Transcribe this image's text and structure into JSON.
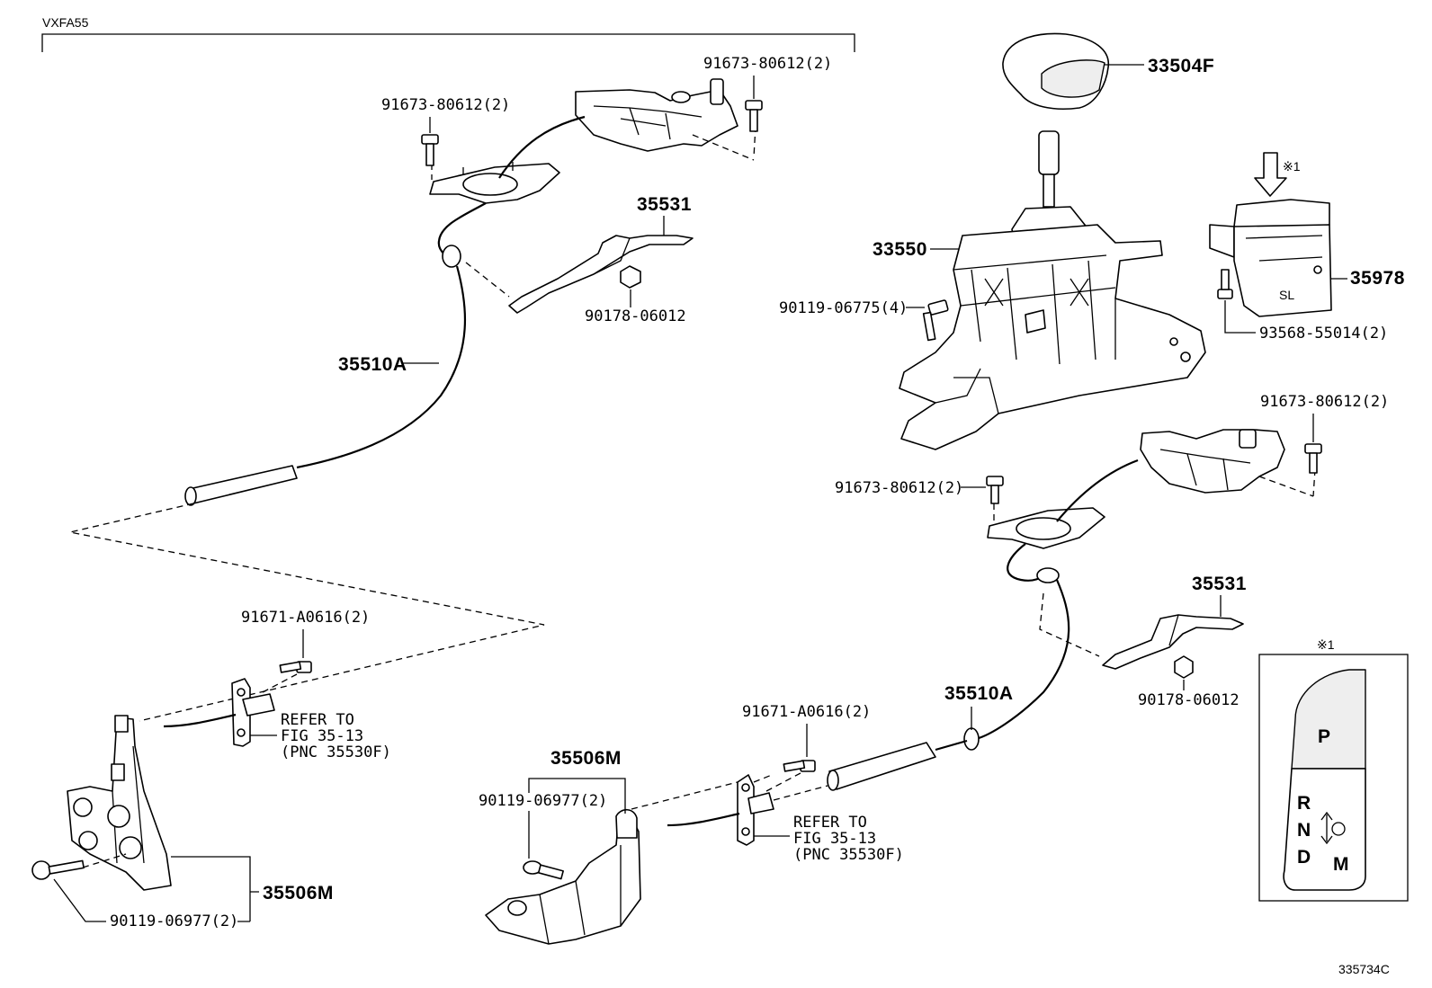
{
  "model_code": "VXFA55",
  "figure_id": "335734C",
  "labels": {
    "knob": "33504F",
    "shift_lever": "33550",
    "switch": "35978",
    "cable_left": "35510A",
    "cable_right": "35510A",
    "bracket_left_top": "35531",
    "bracket_right": "35531",
    "bracket_bottom_left": "35506M",
    "bracket_bottom_mid": "35506M",
    "bolt_top_left": "91673-80612(2)",
    "bolt_top_right": "91673-80612(2)",
    "nut_top": "90178-06012",
    "bolt_lever": "90119-06775(4)",
    "screw_switch": "93568-55014(2)",
    "bolt_right_upper": "91673-80612(2)",
    "bolt_right_mid": "91673-80612(2)",
    "nut_right": "90178-06012",
    "bolt_left_cable": "91671-A0616(2)",
    "bolt_mid_cable": "91671-A0616(2)",
    "bolt_bracket_mid": "90119-06977(2)",
    "bolt_bracket_left": "90119-06977(2)"
  },
  "refer_left": [
    "REFER TO",
    "FIG 35-13",
    "(PNC 35530F)"
  ],
  "refer_mid": [
    "REFER TO",
    "FIG 35-13",
    "(PNC 35530F)"
  ],
  "note_mark": "※1",
  "panel": {
    "mark": "※1",
    "p": "P",
    "r": "R",
    "n": "N",
    "d": "D",
    "m": "M"
  },
  "switch_text": "SL"
}
